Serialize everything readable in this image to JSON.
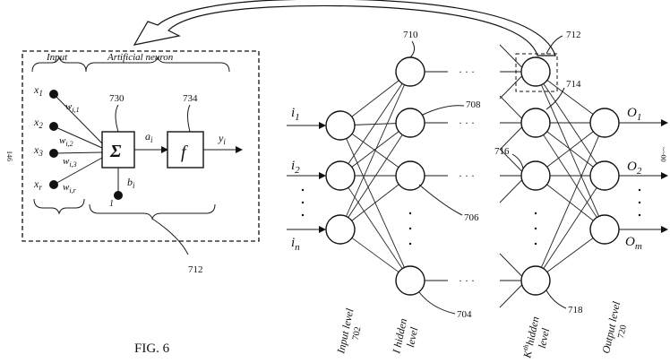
{
  "figure": {
    "caption": "FIG. 6",
    "page_number_left": "146",
    "page_number_right": "~~00",
    "inset": {
      "input_title": "Input",
      "neuron_title": "Artificial neuron",
      "inputs": [
        "x",
        "x",
        "x",
        "x"
      ],
      "input_subs": [
        "1",
        "2",
        "3",
        "r"
      ],
      "weights": [
        "w",
        "w",
        "w",
        "w"
      ],
      "weight_subs": [
        "i,1",
        "i,2",
        "i,3",
        "i,r"
      ],
      "sum_symbol": "Σ",
      "func_symbol": "f",
      "ref_sum": "730",
      "ref_func": "734",
      "activation": "a",
      "activation_sub": "i",
      "output": "y",
      "output_sub": "i",
      "bias": "b",
      "bias_sub": "i",
      "bias_value": "1",
      "ref_bottom": "712"
    },
    "network": {
      "inputs": [
        "i",
        "i",
        "i"
      ],
      "input_subs": [
        "1",
        "2",
        "n"
      ],
      "outputs": [
        "O",
        "O",
        "O"
      ],
      "output_subs": [
        "1",
        "2",
        "m"
      ],
      "ellipsis": "· · ·",
      "vdots": "·",
      "refs": {
        "r710": "710",
        "r712": "712",
        "r714": "714",
        "r708": "708",
        "r716": "716",
        "r706": "706",
        "r704": "704",
        "r718": "718"
      },
      "level_input": "Input level",
      "level_input_ref": "702",
      "level_hidden1": "I hidden",
      "level_hidden1_b": "level",
      "level_hiddenk_pre": "K",
      "level_hiddenk_sup": "th",
      "level_hiddenk": "hidden",
      "level_hiddenk_b": "level",
      "level_output": "Output level",
      "level_output_ref": "720"
    }
  }
}
